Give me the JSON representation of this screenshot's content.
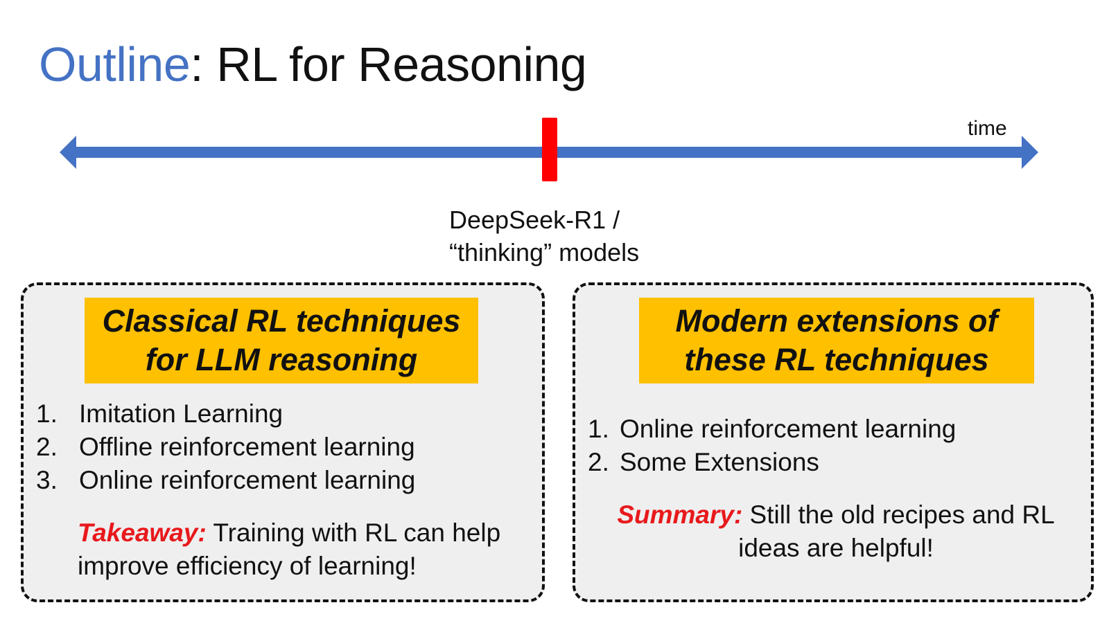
{
  "title": {
    "accent": "Outline",
    "rest": ": RL for Reasoning"
  },
  "timeline": {
    "axis_label": "time",
    "milestone_line1": "DeepSeek-R1 /",
    "milestone_line2": "“thinking” models",
    "colors": {
      "axis": "#4472C4",
      "marker": "#FF0000"
    }
  },
  "left_panel": {
    "heading_line1": "Classical RL techniques",
    "heading_line2": "for LLM reasoning",
    "items": [
      {
        "num": "1.",
        "text": "Imitation Learning"
      },
      {
        "num": "2.",
        "text": "Offline reinforcement learning"
      },
      {
        "num": "3.",
        "text": "Online reinforcement learning"
      }
    ],
    "note_keyword": "Takeaway:",
    "note_text": " Training with RL can help improve efficiency of learning!"
  },
  "right_panel": {
    "heading_line1": "Modern extensions of",
    "heading_line2": "these RL techniques",
    "items": [
      {
        "num": "1.",
        "text": "Online reinforcement learning"
      },
      {
        "num": "2.",
        "text": "Some Extensions"
      }
    ],
    "note_keyword": "Summary:",
    "note_text": " Still the old recipes and RL ideas are helpful!"
  },
  "colors": {
    "accent_blue": "#4472C4",
    "banner_yellow": "#FFC000",
    "keyword_red": "#E8191C",
    "panel_gray": "#EFEFEF"
  }
}
